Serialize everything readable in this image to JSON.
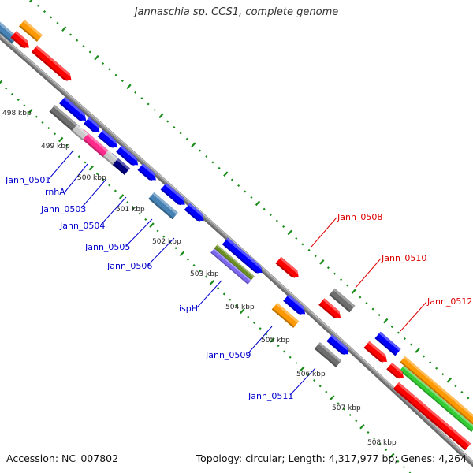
{
  "title": "Jannaschia sp. CCS1, complete genome",
  "footer": {
    "accession": "Accession: NC_007802",
    "summary": "Topology: circular; Length: 4,317,977 bp; Genes: 4,264"
  },
  "colors": {
    "backbone": "#909090",
    "tick": "#1a8c1a",
    "forward_label": "#0000cc",
    "reverse_label": "#dd0000",
    "blue": "#0000ff",
    "red": "#ff0000",
    "orange": "#ff9900",
    "gray": "#6e6e6e",
    "steelblue": "#4682b4",
    "pink": "#ff2a8c",
    "silver": "#c8c8c8",
    "navy": "#000080",
    "olive": "#6b8e23",
    "lavender": "#7b68ee",
    "green": "#33cc33"
  },
  "ruler": {
    "labels": [
      "498 kbp",
      "499 kbp",
      "500 kbp",
      "501 kbp",
      "502 kbp",
      "503 kbp",
      "504 kbp",
      "505 kbp",
      "506 kbp",
      "507 kbp",
      "508 kbp"
    ]
  },
  "gene_labels": {
    "reverse_strand_side": [
      "Jann_0501",
      "rnhA",
      "Jann_0503",
      "Jann_0504",
      "Jann_0505",
      "Jann_0506",
      "ispH",
      "Jann_0509",
      "Jann_0511"
    ],
    "forward_strand_side": [
      "Jann_0508",
      "Jann_0510",
      "Jann_0512"
    ]
  },
  "features": [
    {
      "name": "feature-steelblue-top",
      "color": "steelblue"
    },
    {
      "name": "feature-orange-top",
      "color": "orange"
    },
    {
      "name": "feature-red-small-top",
      "color": "red",
      "arrow": true
    },
    {
      "name": "feature-red-long-top",
      "color": "red",
      "arrow": true
    },
    {
      "name": "gene-jann-0501",
      "color": "gray"
    },
    {
      "name": "gene-rnha",
      "color": "pink"
    },
    {
      "name": "gene-jann-0503",
      "color": "navy"
    },
    {
      "name": "feature-blue-1",
      "color": "blue",
      "arrow": true
    },
    {
      "name": "feature-blue-2",
      "color": "blue",
      "arrow": true
    },
    {
      "name": "feature-blue-3",
      "color": "blue",
      "arrow": true
    },
    {
      "name": "feature-blue-4",
      "color": "blue",
      "arrow": true
    },
    {
      "name": "feature-blue-5",
      "color": "blue",
      "arrow": true
    },
    {
      "name": "feature-blue-6",
      "color": "blue",
      "arrow": true
    },
    {
      "name": "gene-jann-0505",
      "color": "steelblue"
    },
    {
      "name": "feature-blue-7",
      "color": "blue",
      "arrow": true
    },
    {
      "name": "gene-isph-cds",
      "color": "olive"
    },
    {
      "name": "gene-isph-gene",
      "color": "lavender"
    },
    {
      "name": "gene-jann-0508",
      "color": "red",
      "arrow": true
    },
    {
      "name": "gene-jann-0509",
      "color": "orange"
    },
    {
      "name": "feature-blue-8",
      "color": "blue",
      "arrow": true
    },
    {
      "name": "gene-jann-0510",
      "color": "gray"
    },
    {
      "name": "feature-red-0510",
      "color": "red",
      "arrow": true
    },
    {
      "name": "gene-jann-0511",
      "color": "gray"
    },
    {
      "name": "feature-blue-9",
      "color": "blue",
      "arrow": true
    },
    {
      "name": "gene-jann-0512",
      "color": "blue"
    },
    {
      "name": "feature-red-0512",
      "color": "red",
      "arrow": true
    },
    {
      "name": "feature-orange-long",
      "color": "orange"
    },
    {
      "name": "feature-green-long",
      "color": "green"
    },
    {
      "name": "feature-red-small-bottom",
      "color": "red",
      "arrow": true
    },
    {
      "name": "feature-red-long-bottom",
      "color": "red"
    }
  ]
}
